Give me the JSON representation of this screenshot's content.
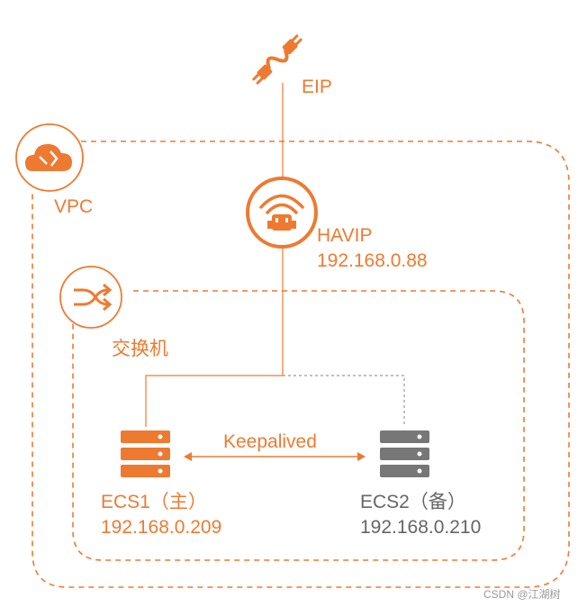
{
  "nodes": {
    "eip": {
      "label": "EIP"
    },
    "vpc": {
      "label": "VPC"
    },
    "havip": {
      "label": "HAVIP",
      "ip": "192.168.0.88"
    },
    "vswitch": {
      "label": "交换机"
    },
    "ecs1": {
      "label": "ECS1（主）",
      "ip": "192.168.0.209"
    },
    "ecs2": {
      "label": "ECS2（备）",
      "ip": "192.168.0.210"
    }
  },
  "edges": {
    "keepalived": {
      "label": "Keepalived"
    }
  },
  "watermark": "CSDN @江湖树",
  "colors": {
    "accent": "#ee7a31",
    "backup": "#777777",
    "line_gray": "#999999"
  },
  "icons": {
    "eip": "plug-cable-icon",
    "vpc": "cloud-icon",
    "havip": "wifi-plug-icon",
    "vswitch": "shuffle-arrows-icon",
    "ecs1": "server-icon",
    "ecs2": "server-icon"
  }
}
